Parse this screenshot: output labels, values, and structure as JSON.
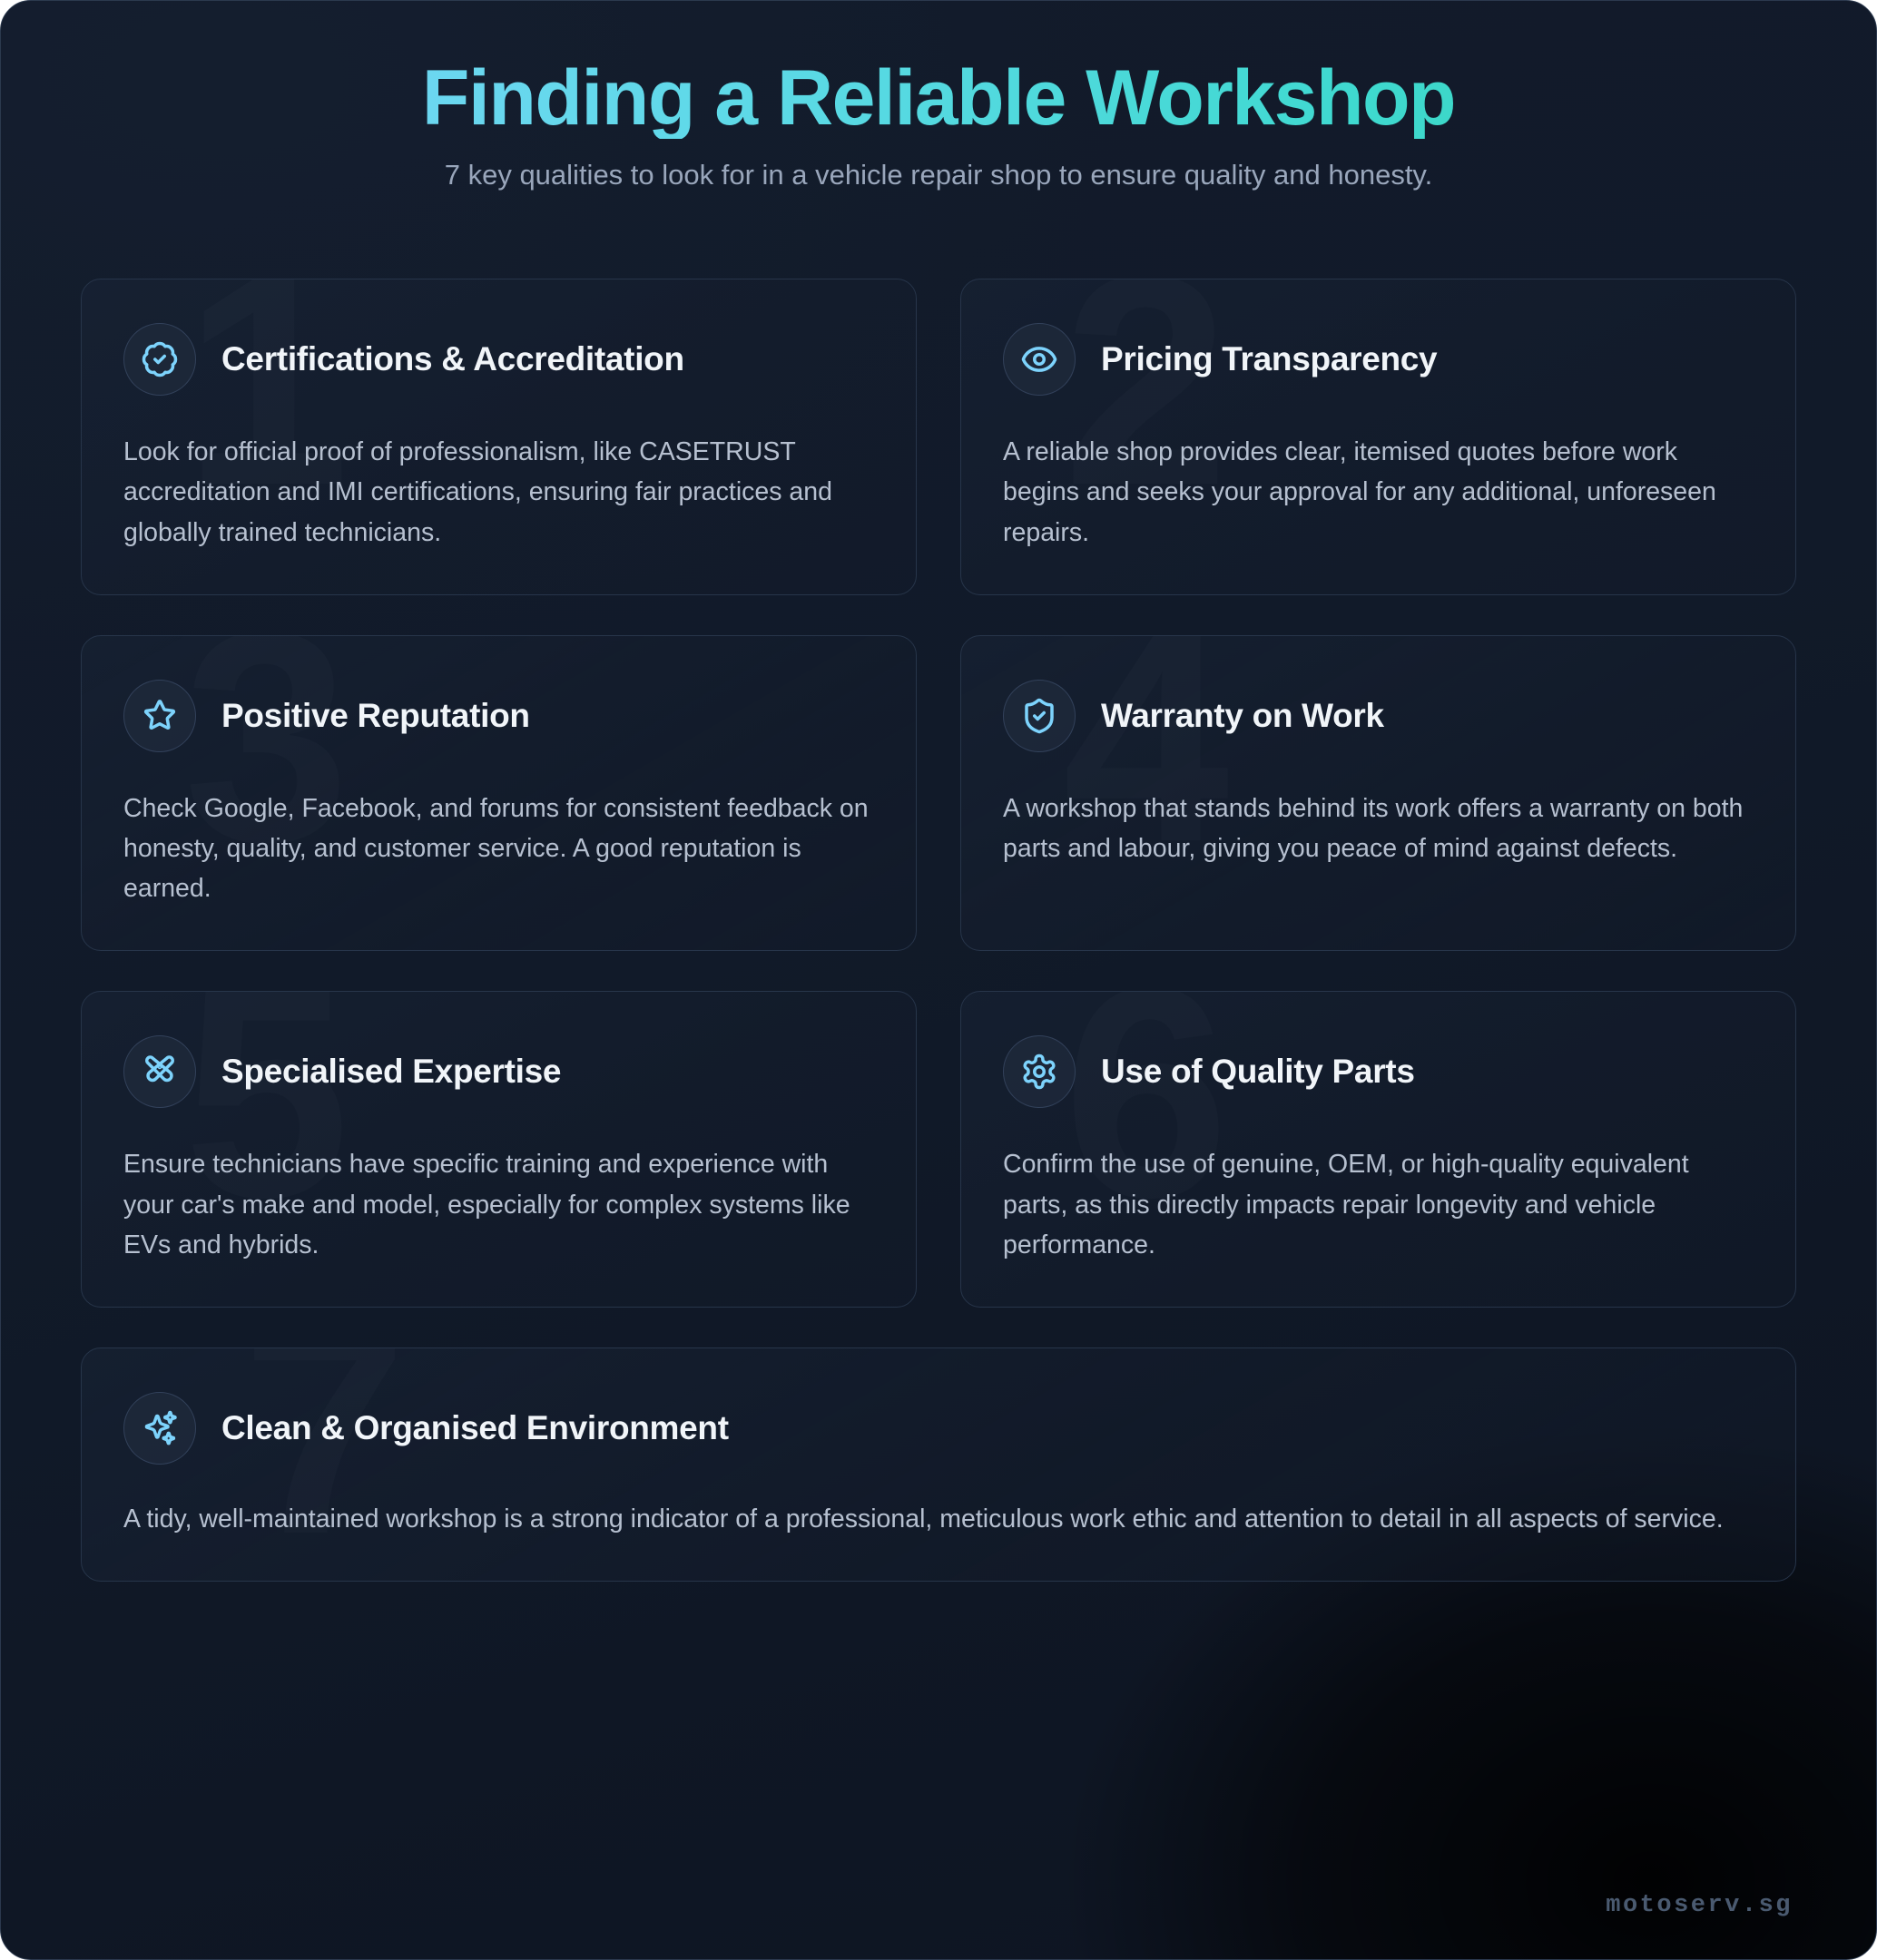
{
  "header": {
    "title": "Finding a Reliable Workshop",
    "subtitle": "7 key qualities to look for in a vehicle repair shop to ensure quality and honesty.",
    "title_gradient_from": "#7dd3fc",
    "title_gradient_to": "#34d3ae"
  },
  "theme": {
    "page_background": "#121b2b",
    "card_background": "#182335",
    "card_border": "#27354a",
    "icon_accent": "#7dd3fc",
    "title_color": "#f1f5f9",
    "body_color": "#b6c0d0",
    "subtitle_color": "#99a6bb",
    "footer_color": "#4a5a70"
  },
  "cards": [
    {
      "number": "1",
      "icon": "badge-check-icon",
      "title": "Certifications & Accreditation",
      "description": "Look for official proof of professionalism, like CASETRUST accreditation and IMI certifications, ensuring fair practices and globally trained technicians."
    },
    {
      "number": "2",
      "icon": "eye-icon",
      "title": "Pricing Transparency",
      "description": "A reliable shop provides clear, itemised quotes before work begins and seeks your approval for any additional, unforeseen repairs."
    },
    {
      "number": "3",
      "icon": "star-icon",
      "title": "Positive Reputation",
      "description": "Check Google, Facebook, and forums for consistent feedback on honesty, quality, and customer service. A good reputation is earned."
    },
    {
      "number": "4",
      "icon": "shield-check-icon",
      "title": "Warranty on Work",
      "description": "A workshop that stands behind its work offers a warranty on both parts and labour, giving you peace of mind against defects."
    },
    {
      "number": "5",
      "icon": "pliers-tool-icon",
      "title": "Specialised Expertise",
      "description": "Ensure technicians have specific training and experience with your car's make and model, especially for complex systems like EVs and hybrids."
    },
    {
      "number": "6",
      "icon": "gear-icon",
      "title": "Use of Quality Parts",
      "description": "Confirm the use of genuine, OEM, or high-quality equivalent parts, as this directly impacts repair longevity and vehicle performance."
    },
    {
      "number": "7",
      "icon": "sparkles-icon",
      "title": "Clean & Organised Environment",
      "description": "A tidy, well-maintained workshop is a strong indicator of a professional, meticulous work ethic and attention to detail in all aspects of service."
    }
  ],
  "footer": {
    "brand": "motoserv.sg"
  }
}
